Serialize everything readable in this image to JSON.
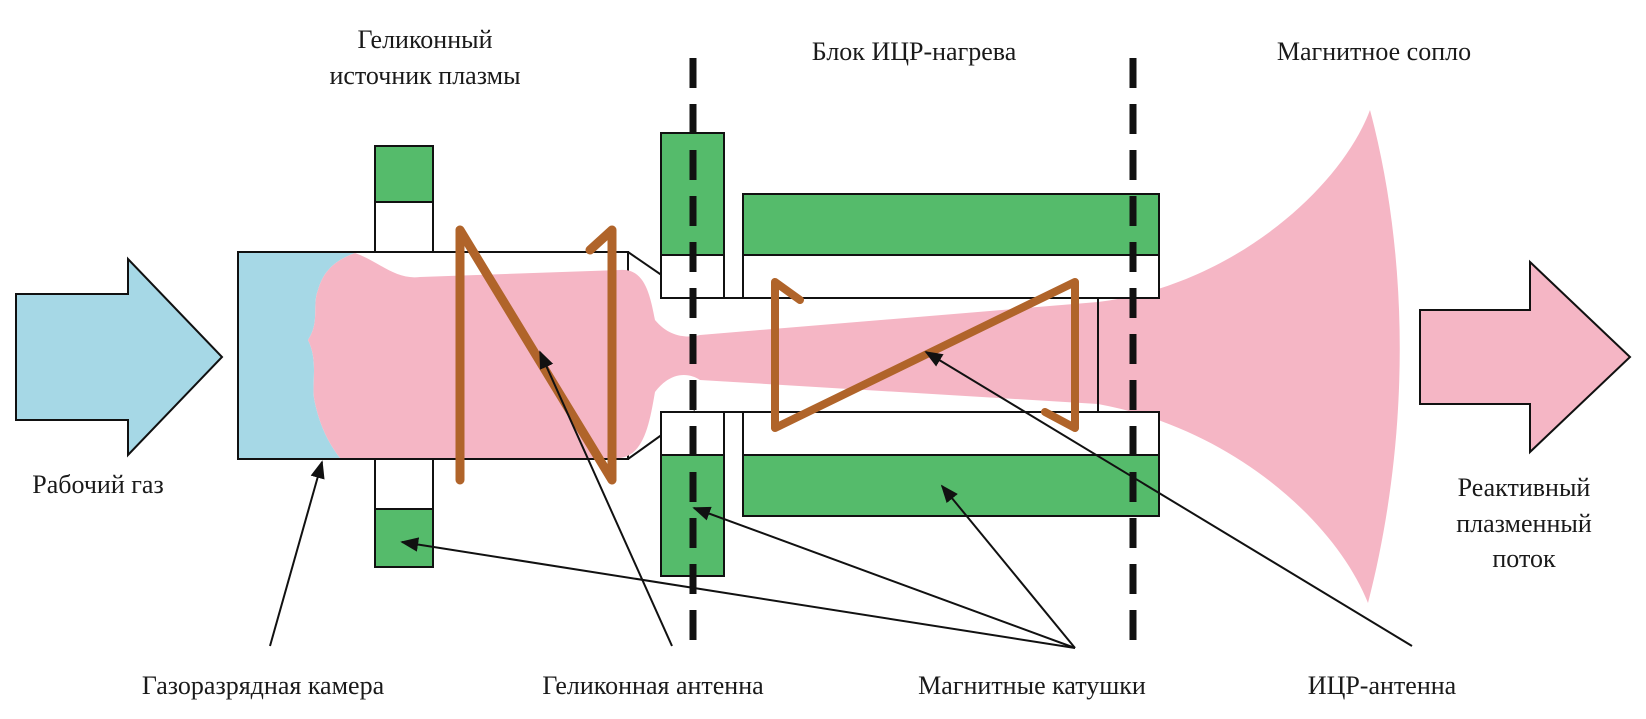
{
  "colors": {
    "gas": "#a6d8e6",
    "plasma": "#f5b6c5",
    "coil": "#55bb6b",
    "antenna": "#b0642a",
    "outline": "#111111",
    "divider": "#111111"
  },
  "section_labels": {
    "helicon_source_line1": "Геликонный",
    "helicon_source_line2": "источник плазмы",
    "icr_heating": "Блок ИЦР-нагрева",
    "magnetic_nozzle": "Магнитное сопло"
  },
  "side_labels": {
    "working_gas": "Рабочий газ",
    "exhaust_line1": "Реактивный",
    "exhaust_line2": "плазменный",
    "exhaust_line3": "поток"
  },
  "callouts": {
    "discharge_chamber": "Газоразрядная камера",
    "helicon_antenna": "Геликонная антенна",
    "magnetic_coils": "Магнитные катушки",
    "icr_antenna": "ИЦР-антенна"
  }
}
